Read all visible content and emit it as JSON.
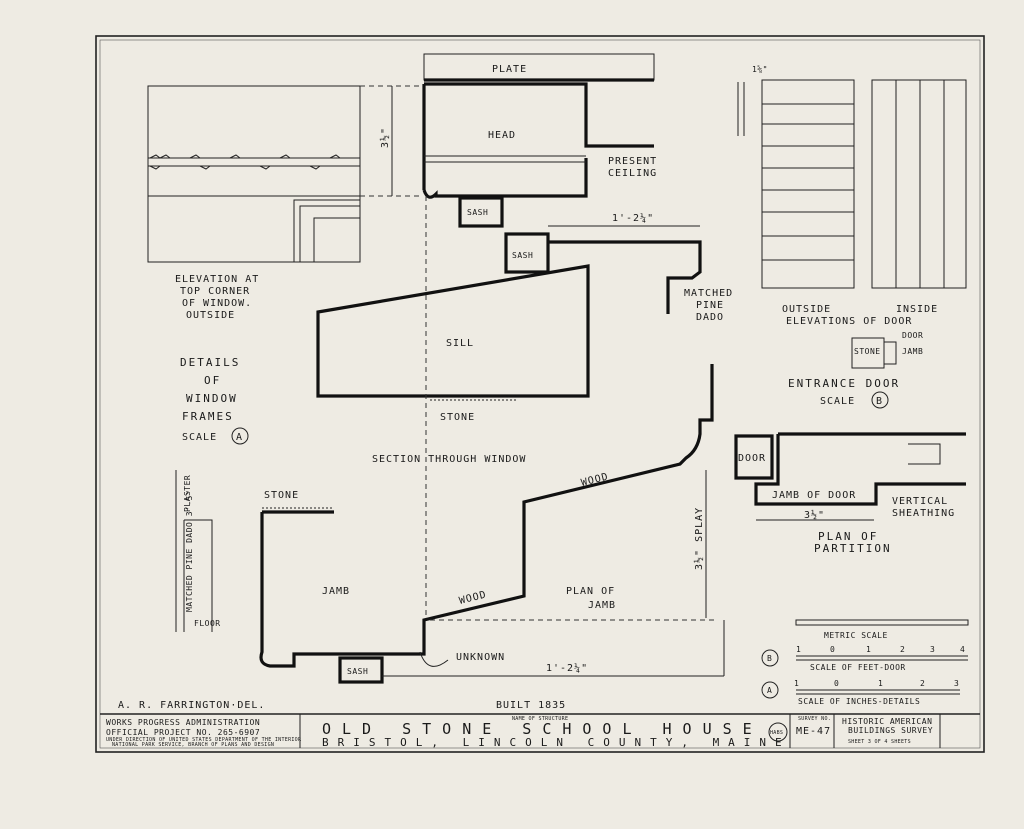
{
  "labels": {
    "plate": "PLATE",
    "head": "HEAD",
    "present_ceiling_1": "PRESENT",
    "present_ceiling_2": "CEILING",
    "sash": "SASH",
    "sill": "SILL",
    "stone": "STONE",
    "jamb": "JAMB",
    "wood": "WOOD",
    "unknown": "UNKNOWN",
    "matched_pine_1": "MATCHED",
    "matched_pine_2": "PINE",
    "matched_pine_3": "DADO",
    "door": "DOOR",
    "jamb_of_door": "JAMB OF DOOR",
    "vertical_1": "VERTICAL",
    "vertical_2": "SHEATHING",
    "plaster": "PLASTER",
    "floor": "FLOOR",
    "dado_vertical": "MATCHED PINE DADO 3'-5\""
  },
  "captions": {
    "elevation_1": "ELEVATION AT",
    "elevation_2": "TOP CORNER",
    "elevation_3": "OF WINDOW.",
    "elevation_4": "OUTSIDE",
    "details_1": "DETAILS",
    "details_2": "OF",
    "details_3": "WINDOW",
    "details_4": "FRAMES",
    "scale_a": "SCALE",
    "section": "SECTION THROUGH WINDOW",
    "plan_jamb_1": "PLAN OF",
    "plan_jamb_2": "JAMB",
    "door_elev_outside": "OUTSIDE",
    "door_elev_inside": "INSIDE",
    "door_elev_2": "ELEVATIONS OF DOOR",
    "entrance_door": "ENTRANCE DOOR",
    "scale_b": "SCALE",
    "plan_partition_1": "PLAN OF",
    "plan_partition_2": "PARTITION"
  },
  "dimensions": {
    "d1": "1'-2¼\"",
    "d2": "1'-2¼\"",
    "d3": "3½\"",
    "d4": "3½\" SPLAY",
    "d5": "3½\"",
    "d6": "1⅝\""
  },
  "scales": {
    "metric_title": "METRIC SCALE",
    "metric_ticks": [
      "1",
      "0",
      "1",
      "2",
      "3",
      "4"
    ],
    "feet_title": "SCALE OF FEET-DOOR",
    "feet_ticks": [
      "1",
      "0",
      "1",
      "2",
      "3"
    ],
    "inches_title": "SCALE OF INCHES-DETAILS",
    "marker_a": "A",
    "marker_b": "B"
  },
  "credits": {
    "delineator": "A. R. FARRINGTON·DEL.",
    "built": "BUILT 1835"
  },
  "title_block": {
    "wpa_1": "WORKS PROGRESS ADMINISTRATION",
    "wpa_2": "OFFICIAL PROJECT NO. 265-6907",
    "wpa_3": "UNDER DIRECTION OF UNITED STATES DEPARTMENT OF THE INTERIOR",
    "wpa_4": "NATIONAL PARK SERVICE, BRANCH OF PLANS AND DESIGN",
    "name_label": "NAME OF STRUCTURE",
    "name": "OLD STONE SCHOOL HOUSE",
    "location": "BRISTOL, LINCOLN COUNTY, MAINE",
    "survey_label": "SURVEY NO.",
    "survey_no": "ME-47",
    "habs_1": "HISTORIC AMERICAN",
    "habs_2": "BUILDINGS SURVEY",
    "sheet": "SHEET 3 OF 4 SHEETS",
    "seal": "HABS"
  }
}
